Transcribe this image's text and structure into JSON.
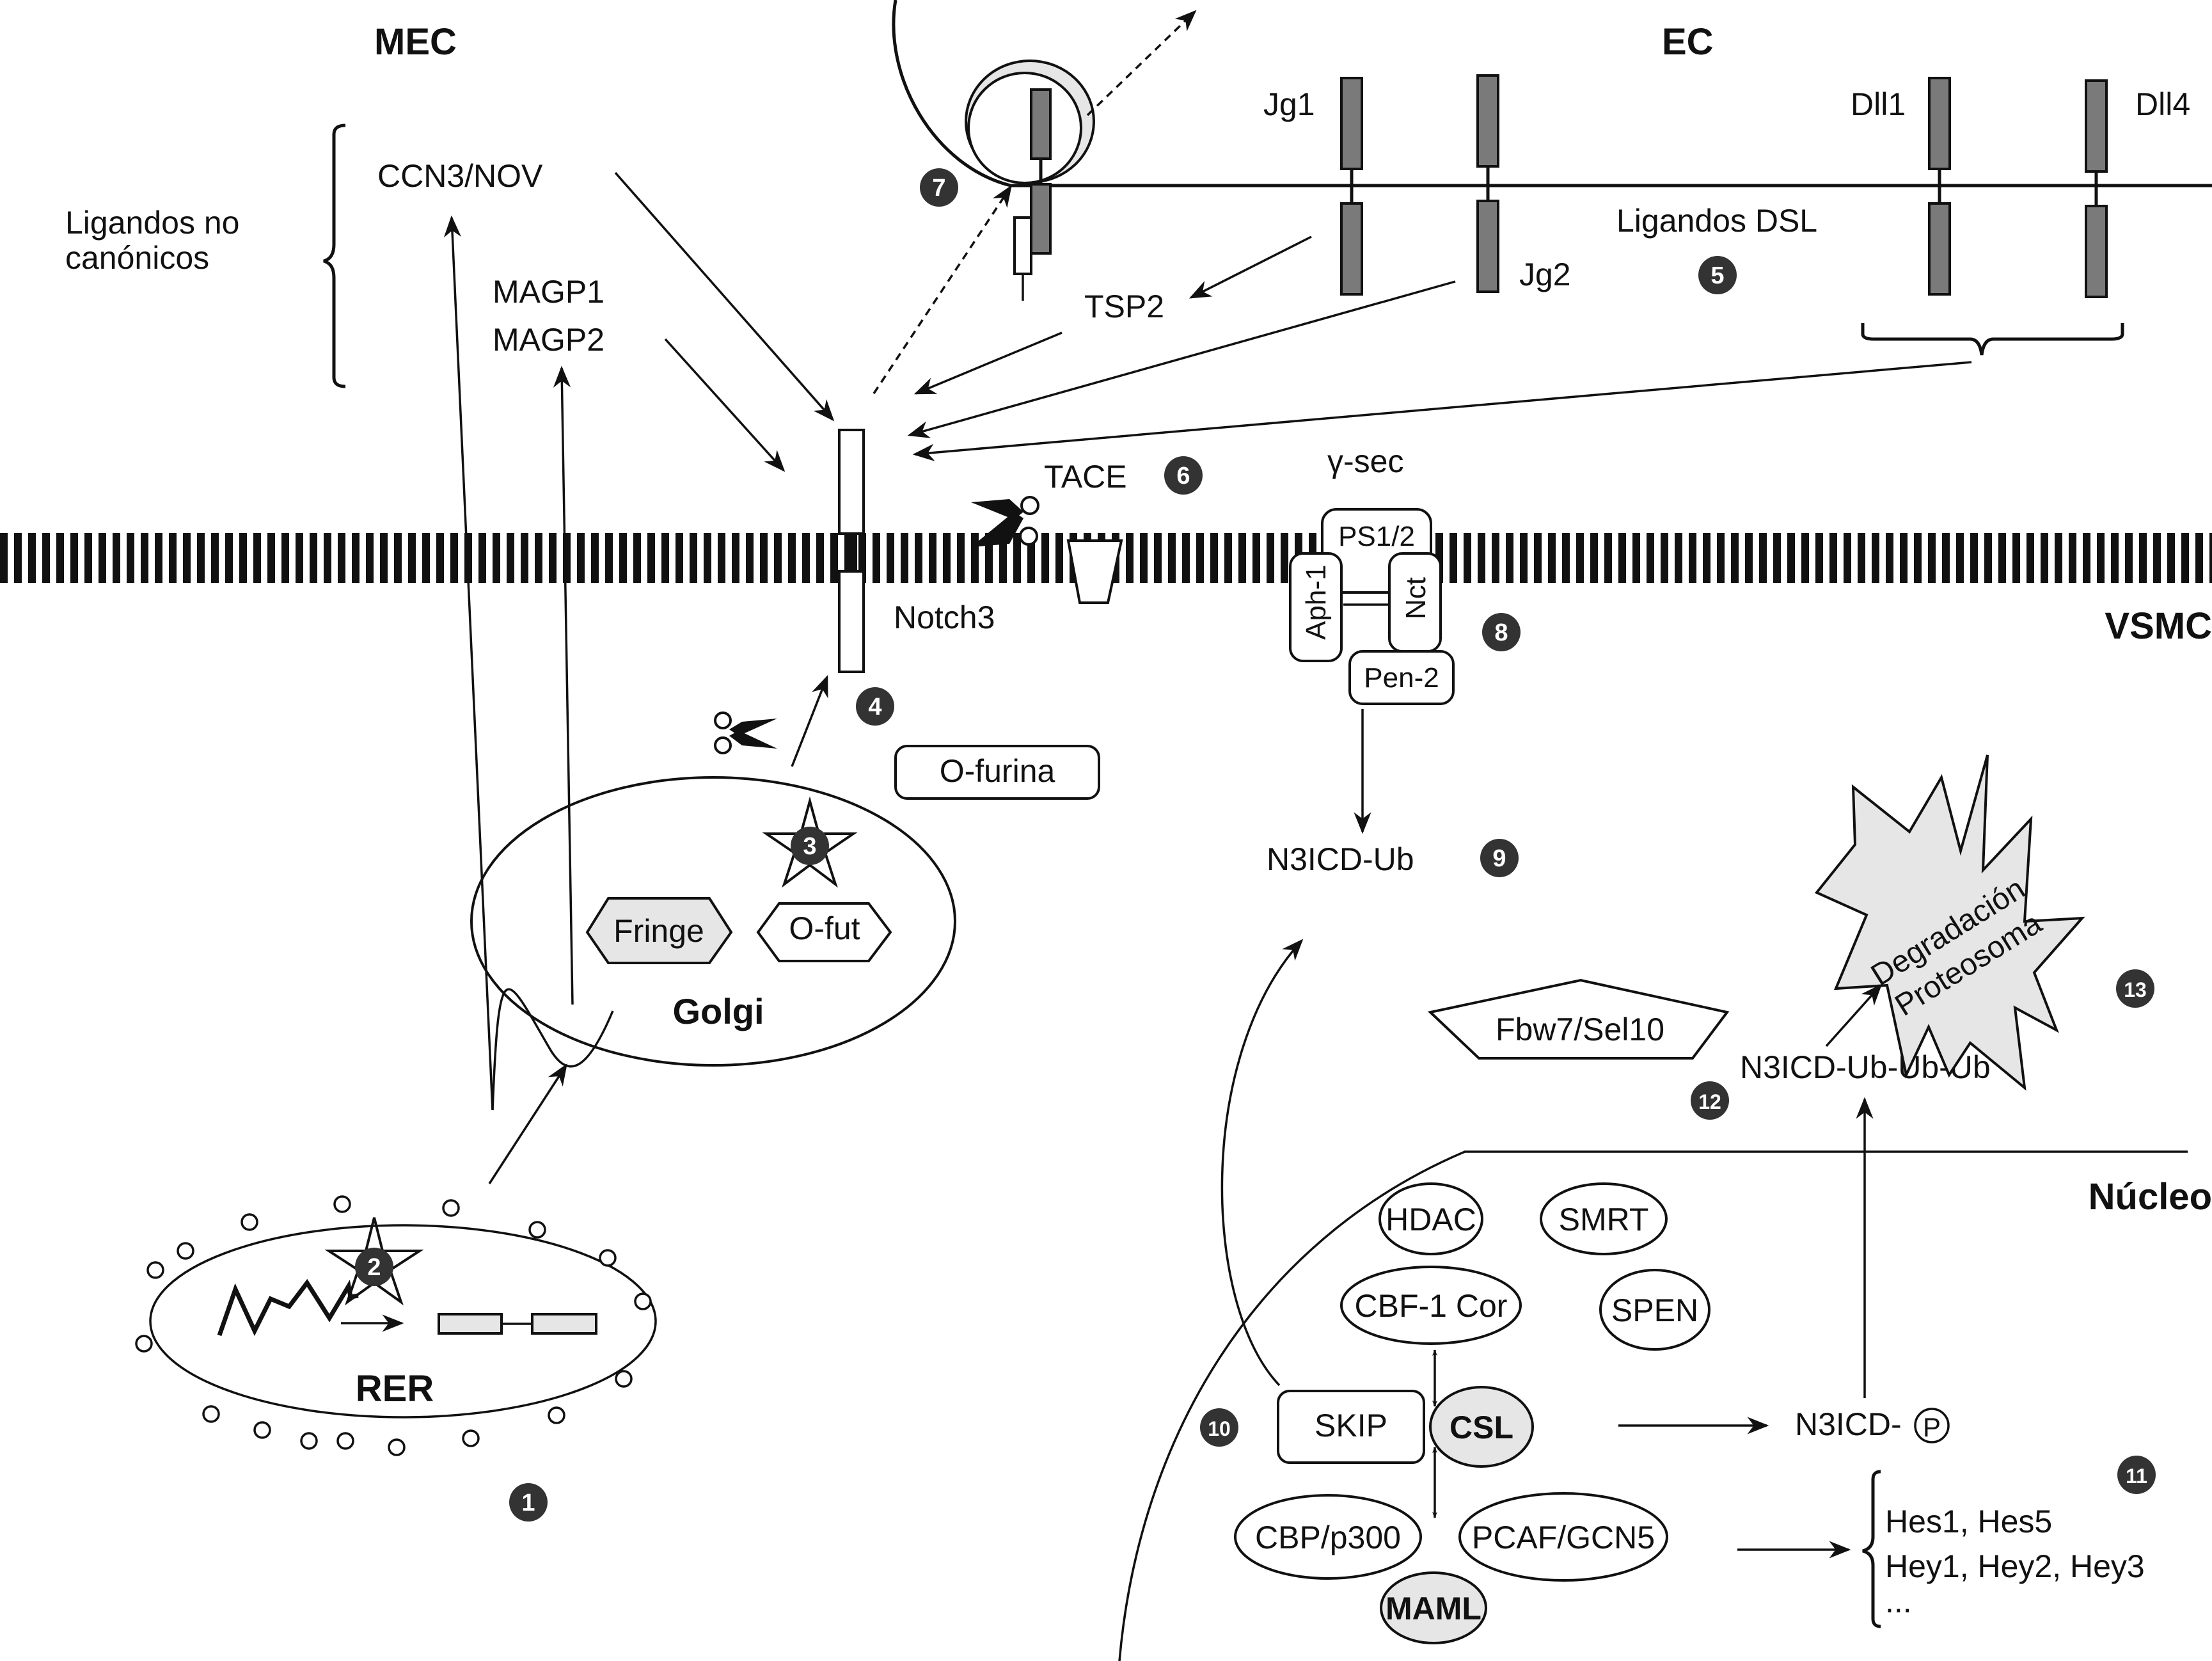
{
  "regions": {
    "ecm": "MEC",
    "endothelial_cell": "EC",
    "vsmc": "VSMC",
    "nucleus": "Núcleo"
  },
  "noncanonical": {
    "group_label_line1": "Ligandos no",
    "group_label_line2": "canónicos",
    "ccn3": "CCN3/NOV",
    "magp1": "MAGP1",
    "magp2": "MAGP2"
  },
  "dsl": {
    "group_label": "Ligandos DSL",
    "jg1": "Jg1",
    "jg2": "Jg2",
    "dll1": "Dll1",
    "dll4": "Dll4",
    "tsp2": "TSP2"
  },
  "membrane": {
    "notch3": "Notch3",
    "tace": "TACE",
    "gamma_sec": "γ-sec",
    "ps12": "PS1/2",
    "aph1": "Aph-1",
    "nct": "Nct",
    "pen2": "Pen-2"
  },
  "cytoplasm": {
    "o_furina": "O-furina",
    "golgi": "Golgi",
    "fringe": "Fringe",
    "o_fut": "O-fut",
    "rer": "RER",
    "n3icd_ub": "N3ICD-Ub",
    "fbw7": "Fbw7/Sel10",
    "n3icd_ubububu": "N3ICD-Ub-Ub-Ub",
    "degradation_line1": "Degradación",
    "degradation_line2": "Proteosoma"
  },
  "nucleus": {
    "hdac": "HDAC",
    "smrt": "SMRT",
    "cbf1cor": "CBF-1 Cor",
    "spen": "SPEN",
    "skip": "SKIP",
    "csl": "CSL",
    "n3icd_p_prefix": "N3ICD-",
    "phospho": "P",
    "cbp": "CBP/p300",
    "pcaf": "PCAF/GCN5",
    "maml": "MAML",
    "targets_line1": "Hes1, Hes5",
    "targets_line2": "Hey1, Hey2, Hey3",
    "targets_line3": "..."
  },
  "steps": [
    "1",
    "2",
    "3",
    "4",
    "5",
    "6",
    "7",
    "8",
    "9",
    "10",
    "11",
    "12",
    "13"
  ],
  "colors": {
    "step_badge": "#333333",
    "highlight_fill": "#e6e6e6",
    "ligand_fill": "#7a7a7a"
  }
}
